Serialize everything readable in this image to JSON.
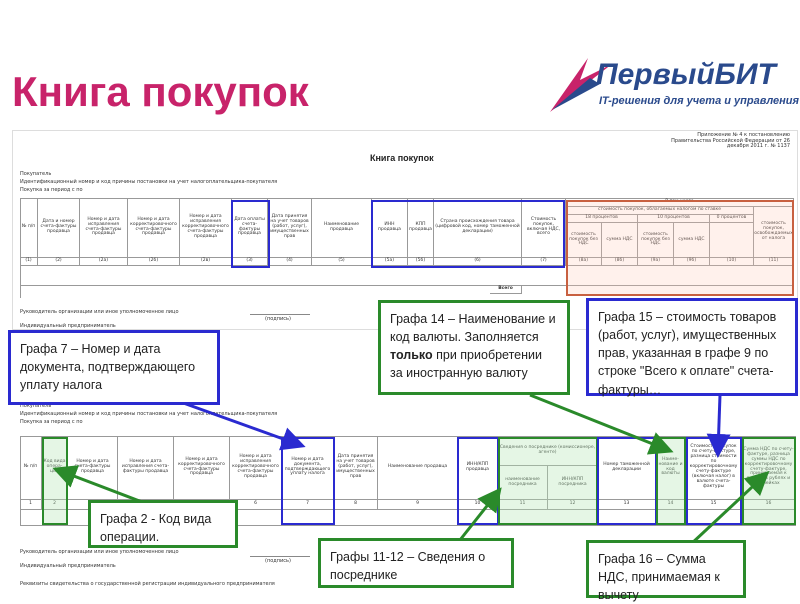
{
  "slide": {
    "title": "Книга покупок"
  },
  "logo": {
    "name": "ПервыйБИТ",
    "tagline": "IT-решения для учета и управления"
  },
  "document_top": {
    "title": "Книга покупок",
    "header_right": "Приложение № 4 к постановлению Правительства Российской Федерации от 26 декабря 2011 г. № 1137",
    "buyer": "Покупатель",
    "inn": "Идентификационный номер и код причины постановки на учет налогоплательщика-покупателя",
    "period": "Покупка за период с по",
    "columns": [
      "№ п/п",
      "Дата и номер счета-фактуры продавца",
      "Номер и дата исправления счета-фактуры продавца",
      "Номер и дата корректировочного счета-фактуры продавца",
      "Номер и дата исправления корректировочного счета-фактуры продавца",
      "Дата оплаты счета-фактуры продавца",
      "Дата принятия на учет товаров (работ, услуг), имущественных прав",
      "Наименование продавца",
      "ИНН продавца",
      "КПП продавца",
      "Страна происхождения товара (цифровой код, номер таможенной декларации)",
      "Стоимость покупок, включая НДС, всего"
    ],
    "col_nums": [
      "(1)",
      "(2)",
      "(2а)",
      "(2б)",
      "(2в)",
      "(3)",
      "(4)",
      "(5)",
      "(5а)",
      "(5б)",
      "(6)",
      "(7)"
    ],
    "tax_header": "В том числе",
    "tax_sub": "стоимость покупок, облагаемых налогом по ставке",
    "rates": [
      "18 процентов",
      "10 процентов",
      "0 процентов"
    ],
    "tax_cols": [
      "стоимость покупок без НДС",
      "сумма НДС",
      "стоимость покупок без НДС",
      "сумма НДС",
      "",
      "стоимость покупок, освобождаемых от налога"
    ],
    "tax_nums": [
      "(8а)",
      "(8б)",
      "(9а)",
      "(9б)",
      "(10)",
      "(11)"
    ],
    "total": "Всего",
    "sign1": "Руководитель организации или иное уполномоченное лицо",
    "sign2": "Индивидуальный предприниматель",
    "sign_hint": "(подпись)"
  },
  "document_bottom": {
    "buyer": "Покупатель",
    "inn": "Идентификационный номер и код причины постановки на учет налогоплательщика-покупателя",
    "period": "Покупка за период с по",
    "columns": [
      "№ п/п",
      "Код вида опера-ции",
      "Номер и дата счета-фактуры продавца",
      "Номер и дата исправления счета-фактуры продавца",
      "Номер и дата корректировочного счета-фактуры продавца",
      "Номер и дата исправления корректировочного счета-фактуры продавца",
      "Номер и дата документа, подтверждающего уплату налога",
      "Дата принятия на учет товаров (работ, услуг), имущественных прав",
      "Наименование продавца",
      "ИНН/КПП продавца",
      "Сведения о посреднике (комиссионере, агенте)",
      "Номер таможенной декларации",
      "Наиме-нование и код валюты",
      "Стоимость покупок по счету-фактуре, разница стоимости по корректировочному счету-фактуре (включая налог) в валюте счета-фактуры",
      "Сумма НДС по счету-фактуре, разница суммы НДС по корректировочному счету-фактуре, принимаемая к вычету в рублях и копейках"
    ],
    "agent_sub": [
      "наименование посредника",
      "ИНН/КПП посредника"
    ],
    "col_nums": [
      "1",
      "2",
      "3",
      "4",
      "5",
      "6",
      "7",
      "8",
      "9",
      "10",
      "11",
      "12",
      "13",
      "14",
      "15",
      "16"
    ],
    "sign1": "Руководитель организации или иное уполномоченное лицо",
    "sign2": "Индивидуальный предприниматель",
    "sign3": "Реквизиты свидетельства о государственной регистрации индивидуального предпринимателя",
    "sign_hint": "(подпись)"
  },
  "callouts": {
    "c7": "Графа 7 – Номер и дата документа, подтверждающего уплату налога",
    "c14_pre": "Графа 14 – Наименование и код валюты. Заполняется ",
    "c14_bold": "только",
    "c14_post": " при приобретении за иностранную валюту",
    "c15": "Графа 15 – стоимость товаров (работ, услуг), имущественных прав, указанная в графе 9 по строке \"Всего к оплате\" счета-фактуры…",
    "c2": "Графа 2 - Код вида операции.",
    "c1112": "Графы 11-12 – Сведения о посреднике",
    "c16": "Графа 16 – Сумма НДС, принимаемая к вычету"
  },
  "colors": {
    "title": "#c8236a",
    "brand": "#2a4a8c",
    "blue_callout": "#2a2ad0",
    "green_callout": "#2a8a2a",
    "red_highlight": "#c86040"
  }
}
